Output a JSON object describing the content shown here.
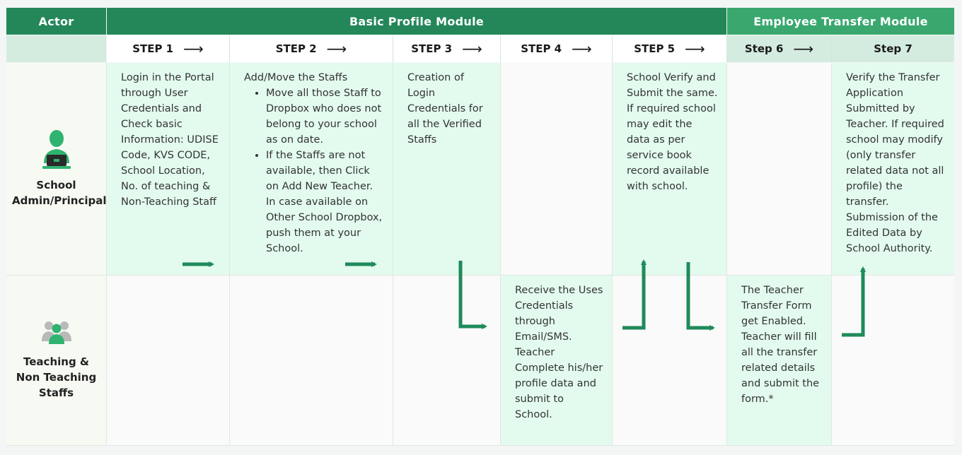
{
  "header": {
    "actor": "Actor",
    "basic_module": "Basic Profile Module",
    "transfer_module": "Employee Transfer Module"
  },
  "steps": [
    "STEP 1",
    "STEP 2",
    "STEP 3",
    "STEP 4",
    "STEP 5",
    "Step 6",
    "Step 7"
  ],
  "arrow_glyph": "⟶",
  "actors": {
    "school": "School Admin/Principal",
    "staff": "Teaching & Non Teaching Staffs"
  },
  "school_row": {
    "step1": "Login in the Portal through User Credentials and Check basic Information: UDISE Code, KVS CODE, School Location, No. of teaching & Non-Teaching Staff",
    "step2_title": "Add/Move the Staffs",
    "step2_bullets": [
      "Move all those Staff to Dropbox who does not belong to your school as on date.",
      "If the Staffs are not available, then Click on Add New Teacher. In case available on Other School Dropbox, push them at your School."
    ],
    "step3": "Creation of Login Credentials for all the Verified Staffs",
    "step5": "School Verify and Submit the same. If required school may edit the data as per service book record available with school.",
    "step7": "Verify the Transfer Application Submitted by Teacher. If required school may modify (only transfer related data not all profile) the transfer. Submission of the Edited Data by School Authority."
  },
  "staff_row": {
    "step4": "Receive the Uses Credentials through Email/SMS. Teacher Complete his/her profile data and submit to School.",
    "step6": "The Teacher Transfer Form get Enabled. Teacher will fill all the transfer related details and submit the form.*"
  },
  "colors": {
    "header_green": "#23875a",
    "module_green": "#3aa86e",
    "mint": "#e3fbee",
    "arrow_green": "#1f8a5a"
  }
}
